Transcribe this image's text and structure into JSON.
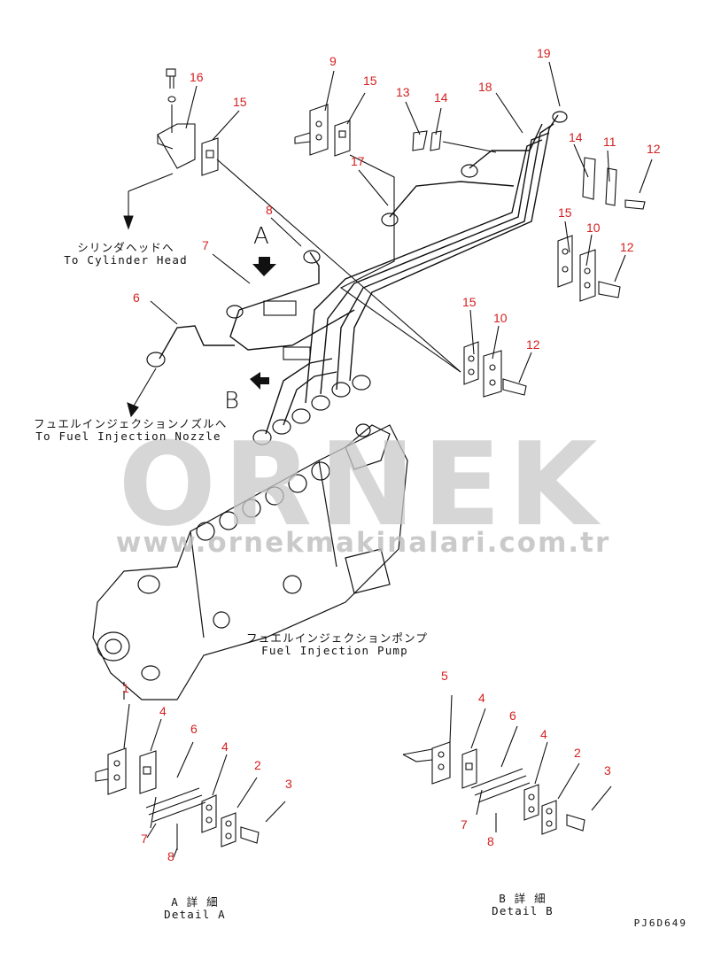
{
  "watermark": {
    "brand": "ORNEK",
    "url": "www.ornekmakinalari.com.tr"
  },
  "callouts": [
    "16",
    "15",
    "9",
    "15",
    "13",
    "14",
    "18",
    "19",
    "17",
    "14",
    "11",
    "12",
    "8",
    "7",
    "15",
    "10",
    "12",
    "6",
    "15",
    "10",
    "12",
    "1",
    "4",
    "6",
    "4",
    "2",
    "3",
    "7",
    "8",
    "5",
    "4",
    "6",
    "4",
    "2",
    "3",
    "7",
    "8"
  ],
  "view_letters": {
    "a": "A",
    "b": "B"
  },
  "notes": {
    "cylinder_head_jp": "シリンダヘッドへ",
    "cylinder_head_en": "To Cylinder Head",
    "nozzle_jp": "フュエルインジェクションノズルへ",
    "nozzle_en": "To Fuel Injection Nozzle",
    "pump_jp": "フュエルインジェクションポンプ",
    "pump_en": "Fuel Injection Pump",
    "detail_a_jp": "A 詳 細",
    "detail_a_en": "Detail A",
    "detail_b_jp": "B 詳 細",
    "detail_b_en": "Detail B"
  },
  "drawing_code": "PJ6D649"
}
